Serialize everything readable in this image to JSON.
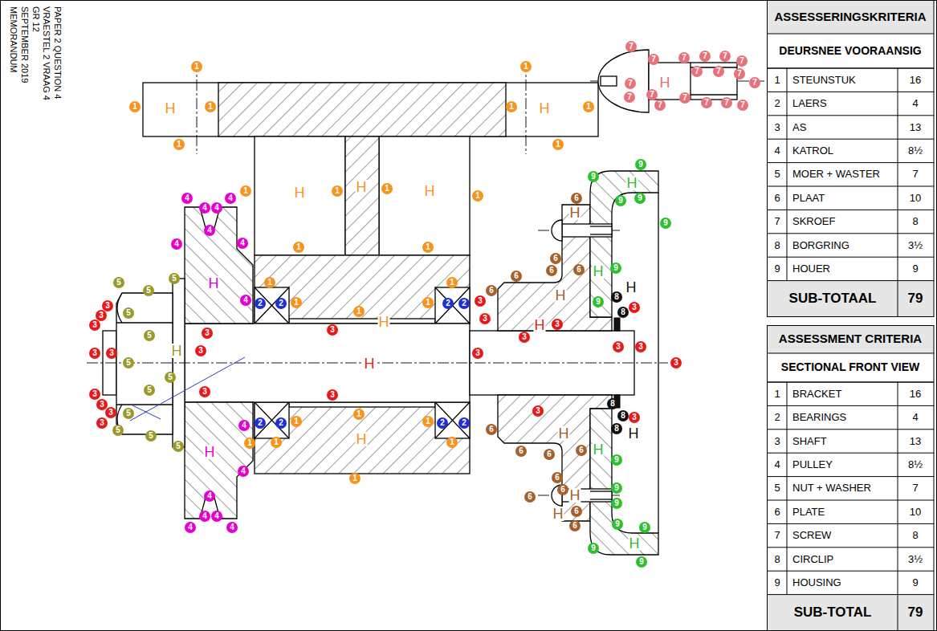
{
  "diagram": {
    "labels": [
      "PAPER 2 QUESTION 4",
      "VRAESTEL 2 VRAAG 4",
      "GR 12",
      "SEPTEMBER 2019",
      "MEMORANDUM",
      "ASSESSERINGSKRITERIA",
      "DEURSNEE VOORAANSIG",
      "1",
      "STEUNSTUK",
      "16",
      "2",
      "LAERS",
      "4",
      "3",
      "AS",
      "13",
      "4",
      "KATROL",
      "8½",
      "5",
      "MOER + WASTER",
      "7",
      "6",
      "PLAAT",
      "10",
      "7",
      "SKROEF",
      "8",
      "8",
      "BORGRING",
      "3½",
      "9",
      "HOUER",
      "9",
      "SUB-TOTAAL",
      "79",
      "ASSESSMENT CRITERIA",
      "SECTIONAL FRONT VIEW",
      "1",
      "BRACKET",
      "16",
      "2",
      "BEARINGS",
      "4",
      "3",
      "SHAFT",
      "13",
      "4",
      "PULLEY",
      "8½",
      "5",
      "NUT + WASHER",
      "7",
      "6",
      "PLATE",
      "10",
      "7",
      "SCREW",
      "8",
      "8",
      "CIRCLIP",
      "3½",
      "9",
      "HOUSING",
      "9",
      "SUB-TOTAL",
      "79",
      "1",
      "1",
      "1",
      "1",
      "1",
      "1",
      "1",
      "1",
      "1",
      "1",
      "1",
      "1",
      "1",
      "1",
      "1",
      "1",
      "1",
      "1",
      "1",
      "1",
      "1",
      "1",
      "1",
      "1",
      "1",
      "1",
      "H",
      "H",
      "H",
      "H",
      "H",
      "H",
      "H",
      "2",
      "2",
      "2",
      "2",
      "2",
      "2",
      "2",
      "2",
      "3",
      "3",
      "3",
      "3",
      "3",
      "3",
      "3",
      "3",
      "3",
      "3",
      "3",
      "3",
      "3",
      "3",
      "3",
      "3",
      "3",
      "3",
      "3",
      "3",
      "3",
      "3",
      "3",
      "3",
      "3",
      "H",
      "H",
      "4",
      "4",
      "4",
      "4",
      "4",
      "4",
      "4",
      "4",
      "4",
      "4",
      "4",
      "4",
      "4",
      "4",
      "4",
      "H",
      "H",
      "5",
      "5",
      "5",
      "5",
      "5",
      "5",
      "5",
      "5",
      "5",
      "5",
      "5",
      "5",
      "H",
      "6",
      "6",
      "6",
      "6",
      "6",
      "6",
      "6",
      "6",
      "6",
      "6",
      "6",
      "6",
      "6",
      "6",
      "6",
      "H",
      "H",
      "H",
      "H",
      "H",
      "7",
      "7",
      "7",
      "7",
      "7",
      "7",
      "7",
      "7",
      "7",
      "7",
      "7",
      "7",
      "7",
      "7",
      "7",
      "7",
      "7",
      "7",
      "H",
      "8",
      "8",
      "8",
      "8",
      "8",
      "H",
      "H",
      "9",
      "9",
      "9",
      "9",
      "9",
      "9",
      "9",
      "9",
      "9",
      "9",
      "9",
      "9",
      "9",
      "9",
      "H",
      "H",
      "H",
      "H"
    ]
  }
}
